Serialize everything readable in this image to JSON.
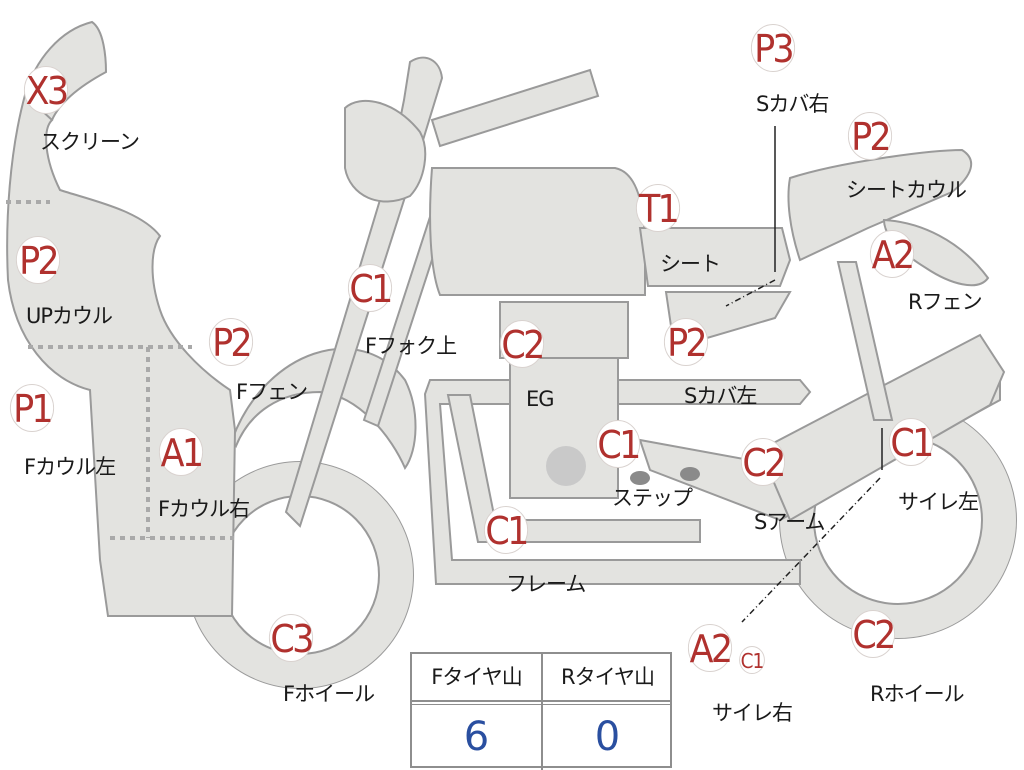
{
  "parts": [
    {
      "id": "screen",
      "grade": "X3",
      "label": "スクリーン"
    },
    {
      "id": "up-cowl",
      "grade": "P2",
      "label": "UPカウル"
    },
    {
      "id": "f-cowl-left",
      "grade": "P1",
      "label": "Fカウル左"
    },
    {
      "id": "f-cowl-right",
      "grade": "A1",
      "label": "Fカウル右"
    },
    {
      "id": "f-fender",
      "grade": "P2",
      "label": "Fフェン"
    },
    {
      "id": "f-wheel",
      "grade": "C3",
      "label": "Fホイール"
    },
    {
      "id": "f-fork-upper",
      "grade": "C1",
      "label": "Fフォク上"
    },
    {
      "id": "engine",
      "grade": "C2",
      "label": "EG"
    },
    {
      "id": "frame",
      "grade": "C1",
      "label": "フレーム"
    },
    {
      "id": "step",
      "grade": "C1",
      "label": "ステップ"
    },
    {
      "id": "seat",
      "grade": "T1",
      "label": "シート"
    },
    {
      "id": "s-cover-left",
      "grade": "P2",
      "label": "Sカバ左"
    },
    {
      "id": "s-cover-right",
      "grade": "P3",
      "label": "Sカバ右"
    },
    {
      "id": "seat-cowl",
      "grade": "P2",
      "label": "シートカウル"
    },
    {
      "id": "r-fender",
      "grade": "A2",
      "label": "Rフェン"
    },
    {
      "id": "swing-arm",
      "grade": "C2",
      "label": "Sアーム"
    },
    {
      "id": "silencer-left",
      "grade": "C1",
      "label": "サイレ左"
    },
    {
      "id": "silencer-right",
      "grade": "A2",
      "grade2": "C1",
      "label": "サイレ右"
    },
    {
      "id": "r-wheel",
      "grade": "C2",
      "label": "Rホイール"
    }
  ],
  "tread": {
    "front_label": "Fタイヤ山",
    "rear_label": "Rタイヤ山",
    "front_value": "6",
    "rear_value": "0"
  },
  "colors": {
    "grade_text": "#b0312e",
    "tread_value": "#2a4fa0",
    "part_fill": "#e3e3e0"
  }
}
